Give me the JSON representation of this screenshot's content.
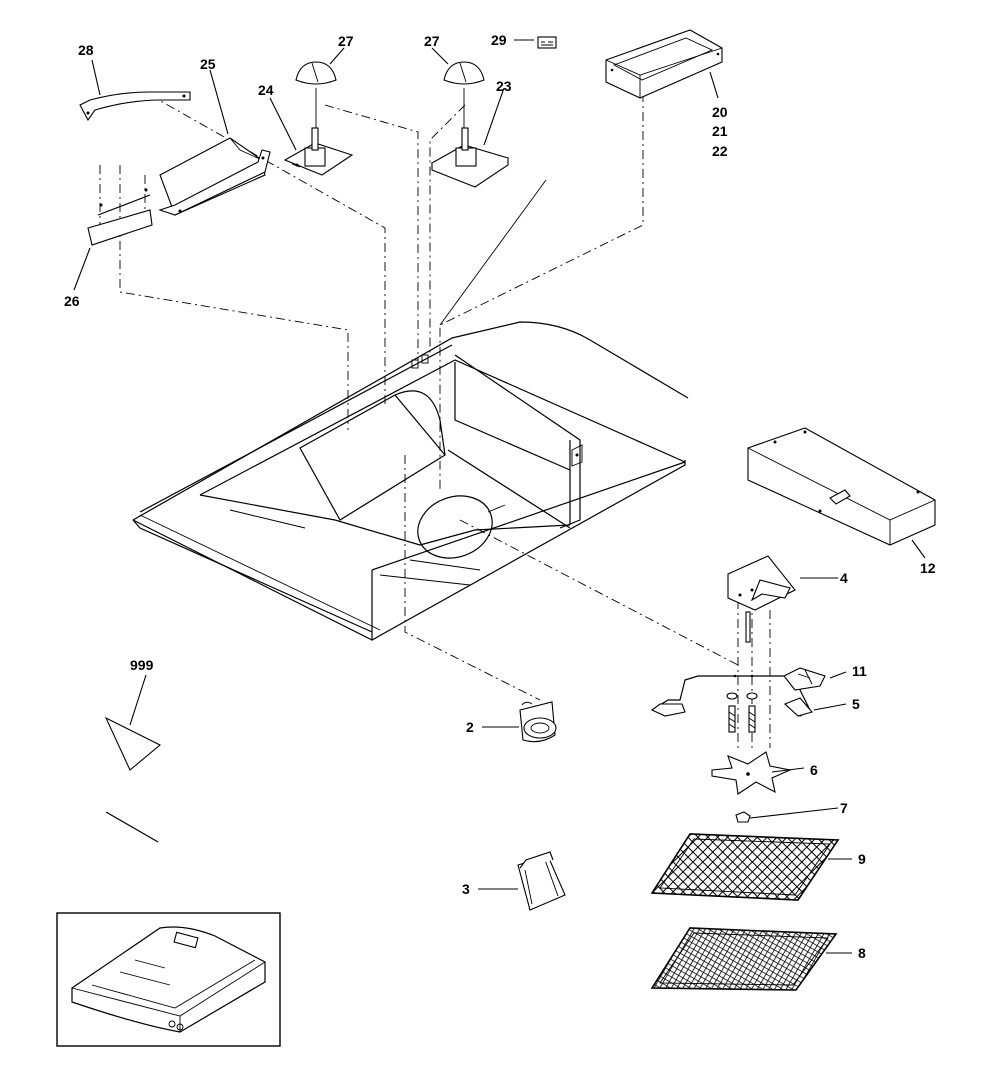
{
  "labels": {
    "p2": "2",
    "p3": "3",
    "p4": "4",
    "p5": "5",
    "p6": "6",
    "p7": "7",
    "p8": "8",
    "p9": "9",
    "p11": "11",
    "p12": "12",
    "p20": "20",
    "p21": "21",
    "p22": "22",
    "p23": "23",
    "p24": "24",
    "p25": "25",
    "p26": "26",
    "p27a": "27",
    "p27b": "27",
    "p28": "28",
    "p29": "29",
    "p999": "999"
  },
  "colors": {
    "line": "#000000",
    "background": "#ffffff"
  }
}
